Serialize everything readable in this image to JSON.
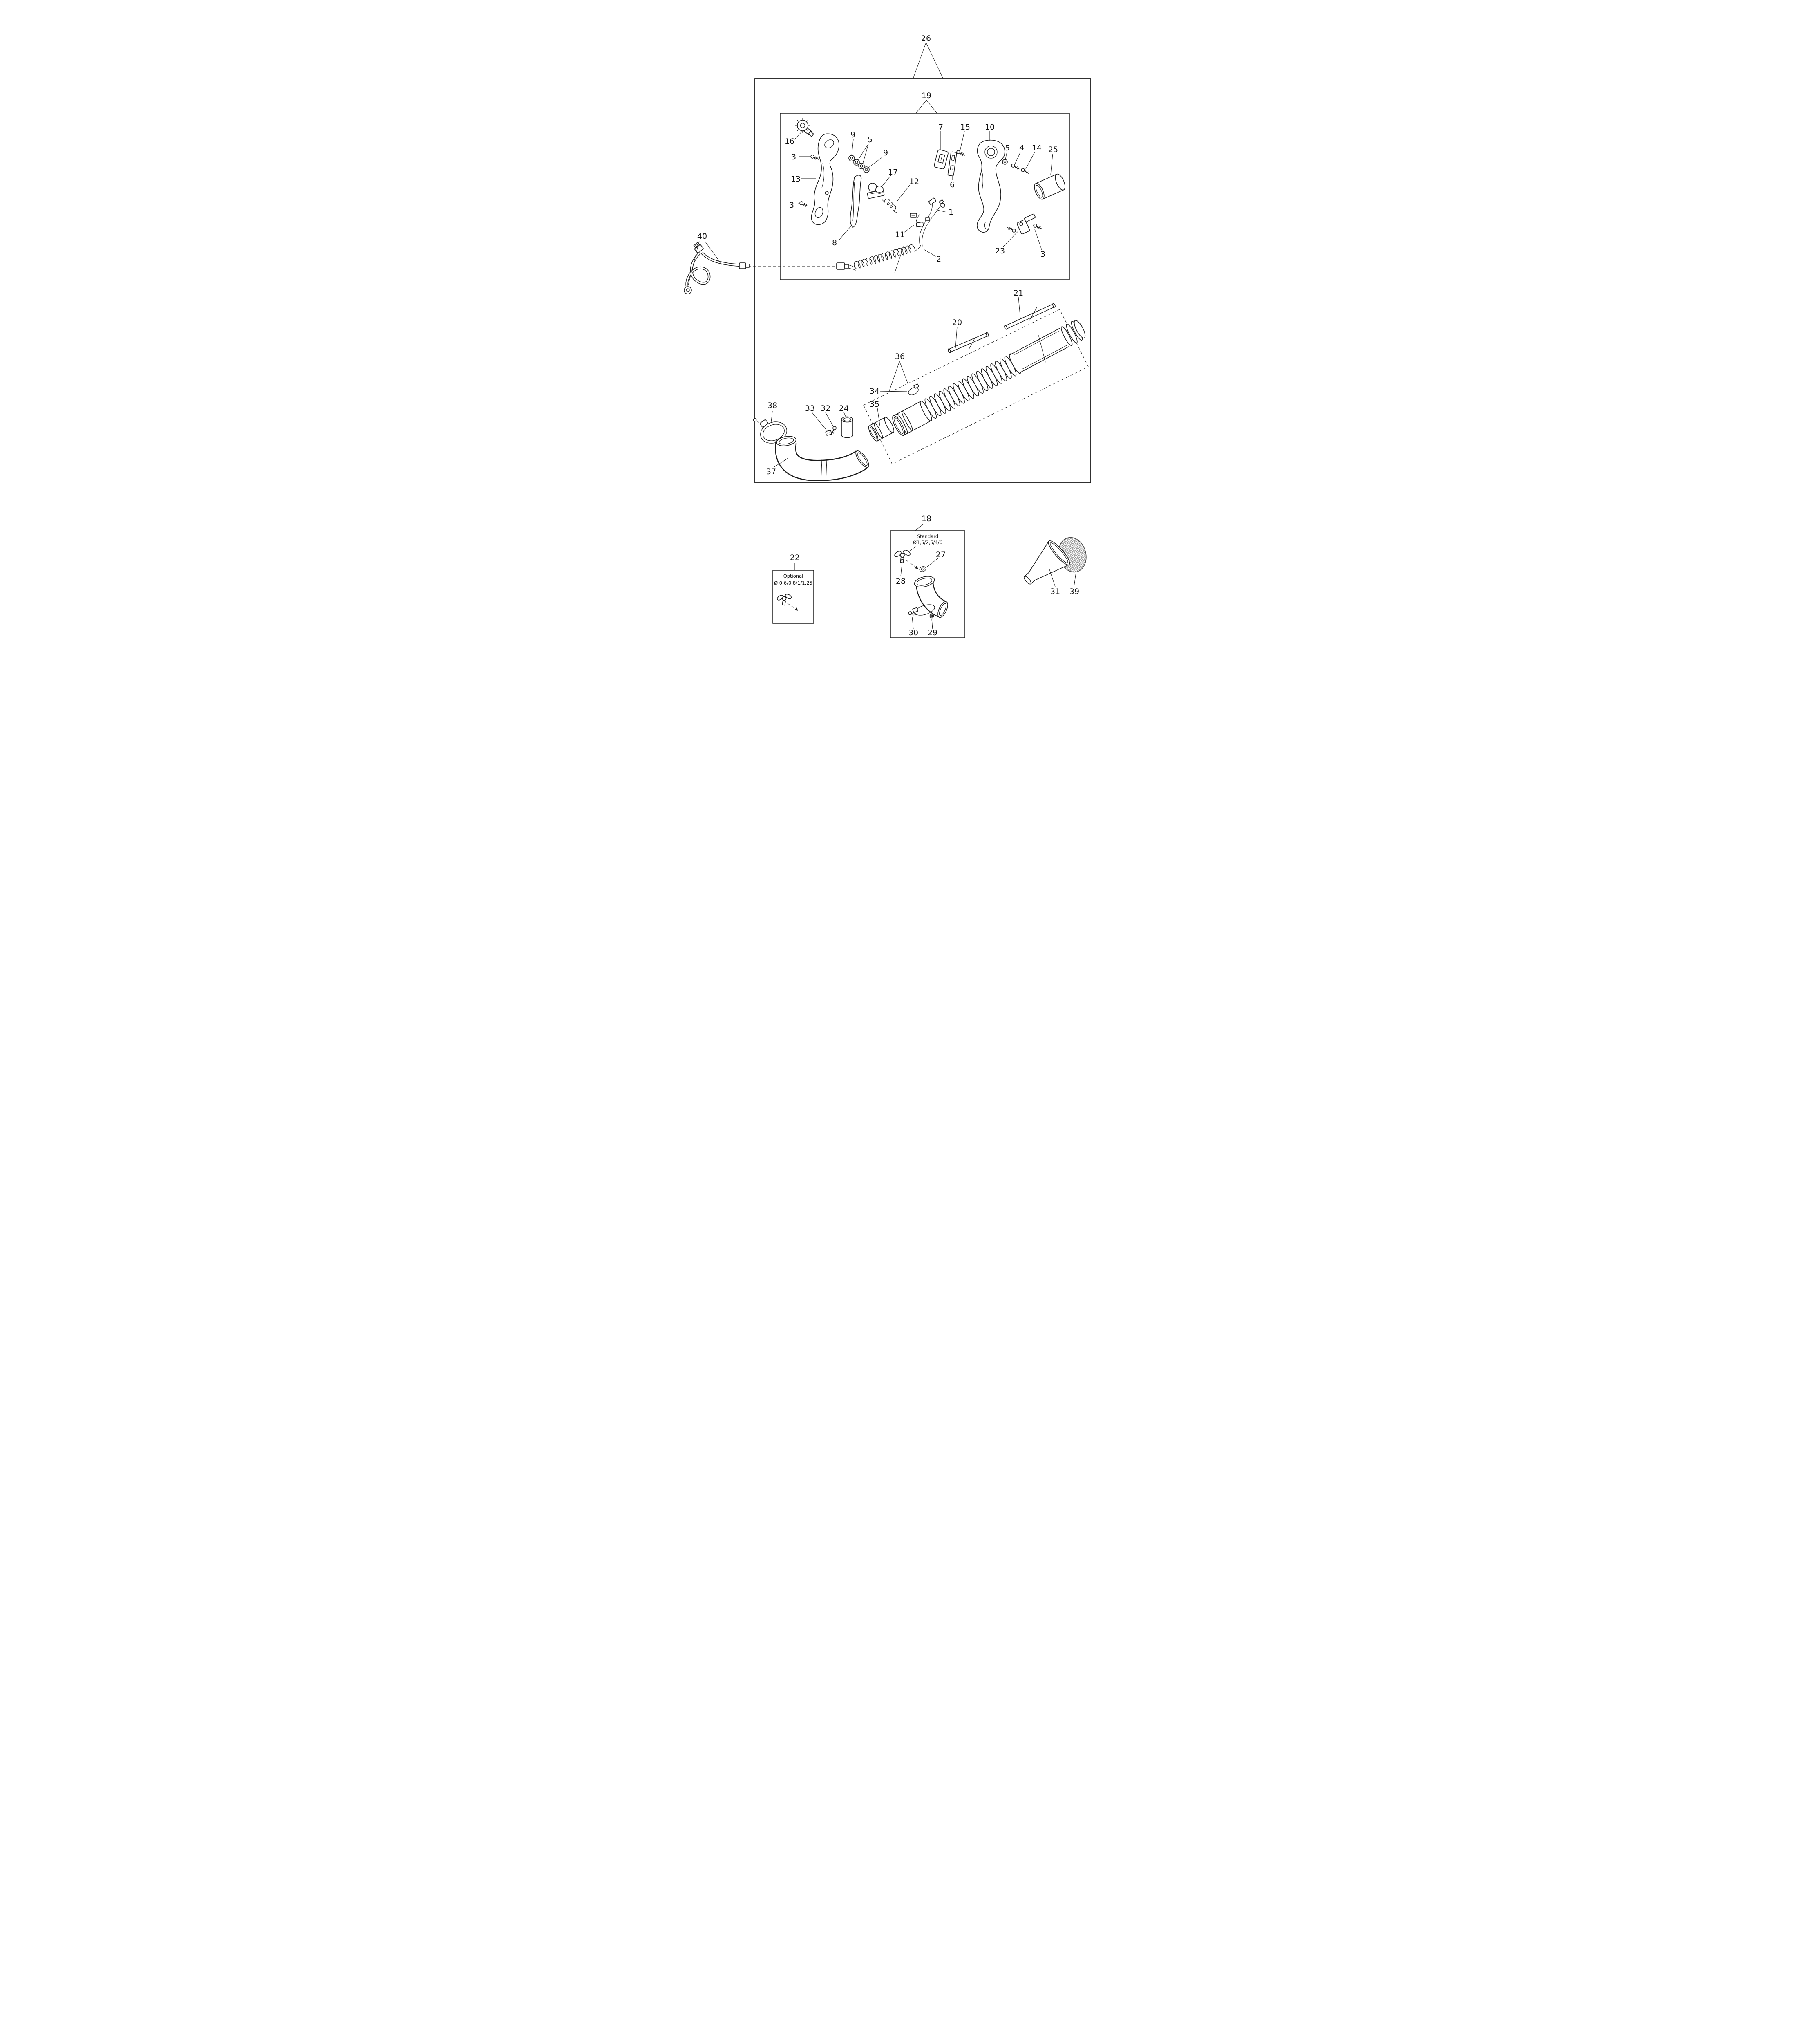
{
  "page": {
    "background": "#ffffff"
  },
  "colors": {
    "line": "#1a1a1a",
    "mesh": "#8a8a8a",
    "background": "#ffffff"
  },
  "boxes": {
    "standard": {
      "title": "Standard",
      "sizes": "Ø1,5/2,5/4/6"
    },
    "optional": {
      "title": "Optional",
      "sizes": "Ø 0,6/0,8/1/1,25"
    }
  },
  "callouts": [
    {
      "n": "26"
    },
    {
      "n": "19"
    },
    {
      "n": "40"
    },
    {
      "n": "16"
    },
    {
      "n": "3"
    },
    {
      "n": "13"
    },
    {
      "n": "3"
    },
    {
      "n": "9"
    },
    {
      "n": "5"
    },
    {
      "n": "9"
    },
    {
      "n": "17"
    },
    {
      "n": "12"
    },
    {
      "n": "7"
    },
    {
      "n": "15"
    },
    {
      "n": "6"
    },
    {
      "n": "10"
    },
    {
      "n": "5"
    },
    {
      "n": "4"
    },
    {
      "n": "14"
    },
    {
      "n": "25"
    },
    {
      "n": "23"
    },
    {
      "n": "3"
    },
    {
      "n": "1"
    },
    {
      "n": "11"
    },
    {
      "n": "8"
    },
    {
      "n": "2"
    },
    {
      "n": "21"
    },
    {
      "n": "20"
    },
    {
      "n": "36"
    },
    {
      "n": "34"
    },
    {
      "n": "35"
    },
    {
      "n": "38"
    },
    {
      "n": "33"
    },
    {
      "n": "32"
    },
    {
      "n": "24"
    },
    {
      "n": "37"
    },
    {
      "n": "18"
    },
    {
      "n": "28"
    },
    {
      "n": "27"
    },
    {
      "n": "30"
    },
    {
      "n": "29"
    },
    {
      "n": "22"
    },
    {
      "n": "31"
    },
    {
      "n": "39"
    }
  ]
}
